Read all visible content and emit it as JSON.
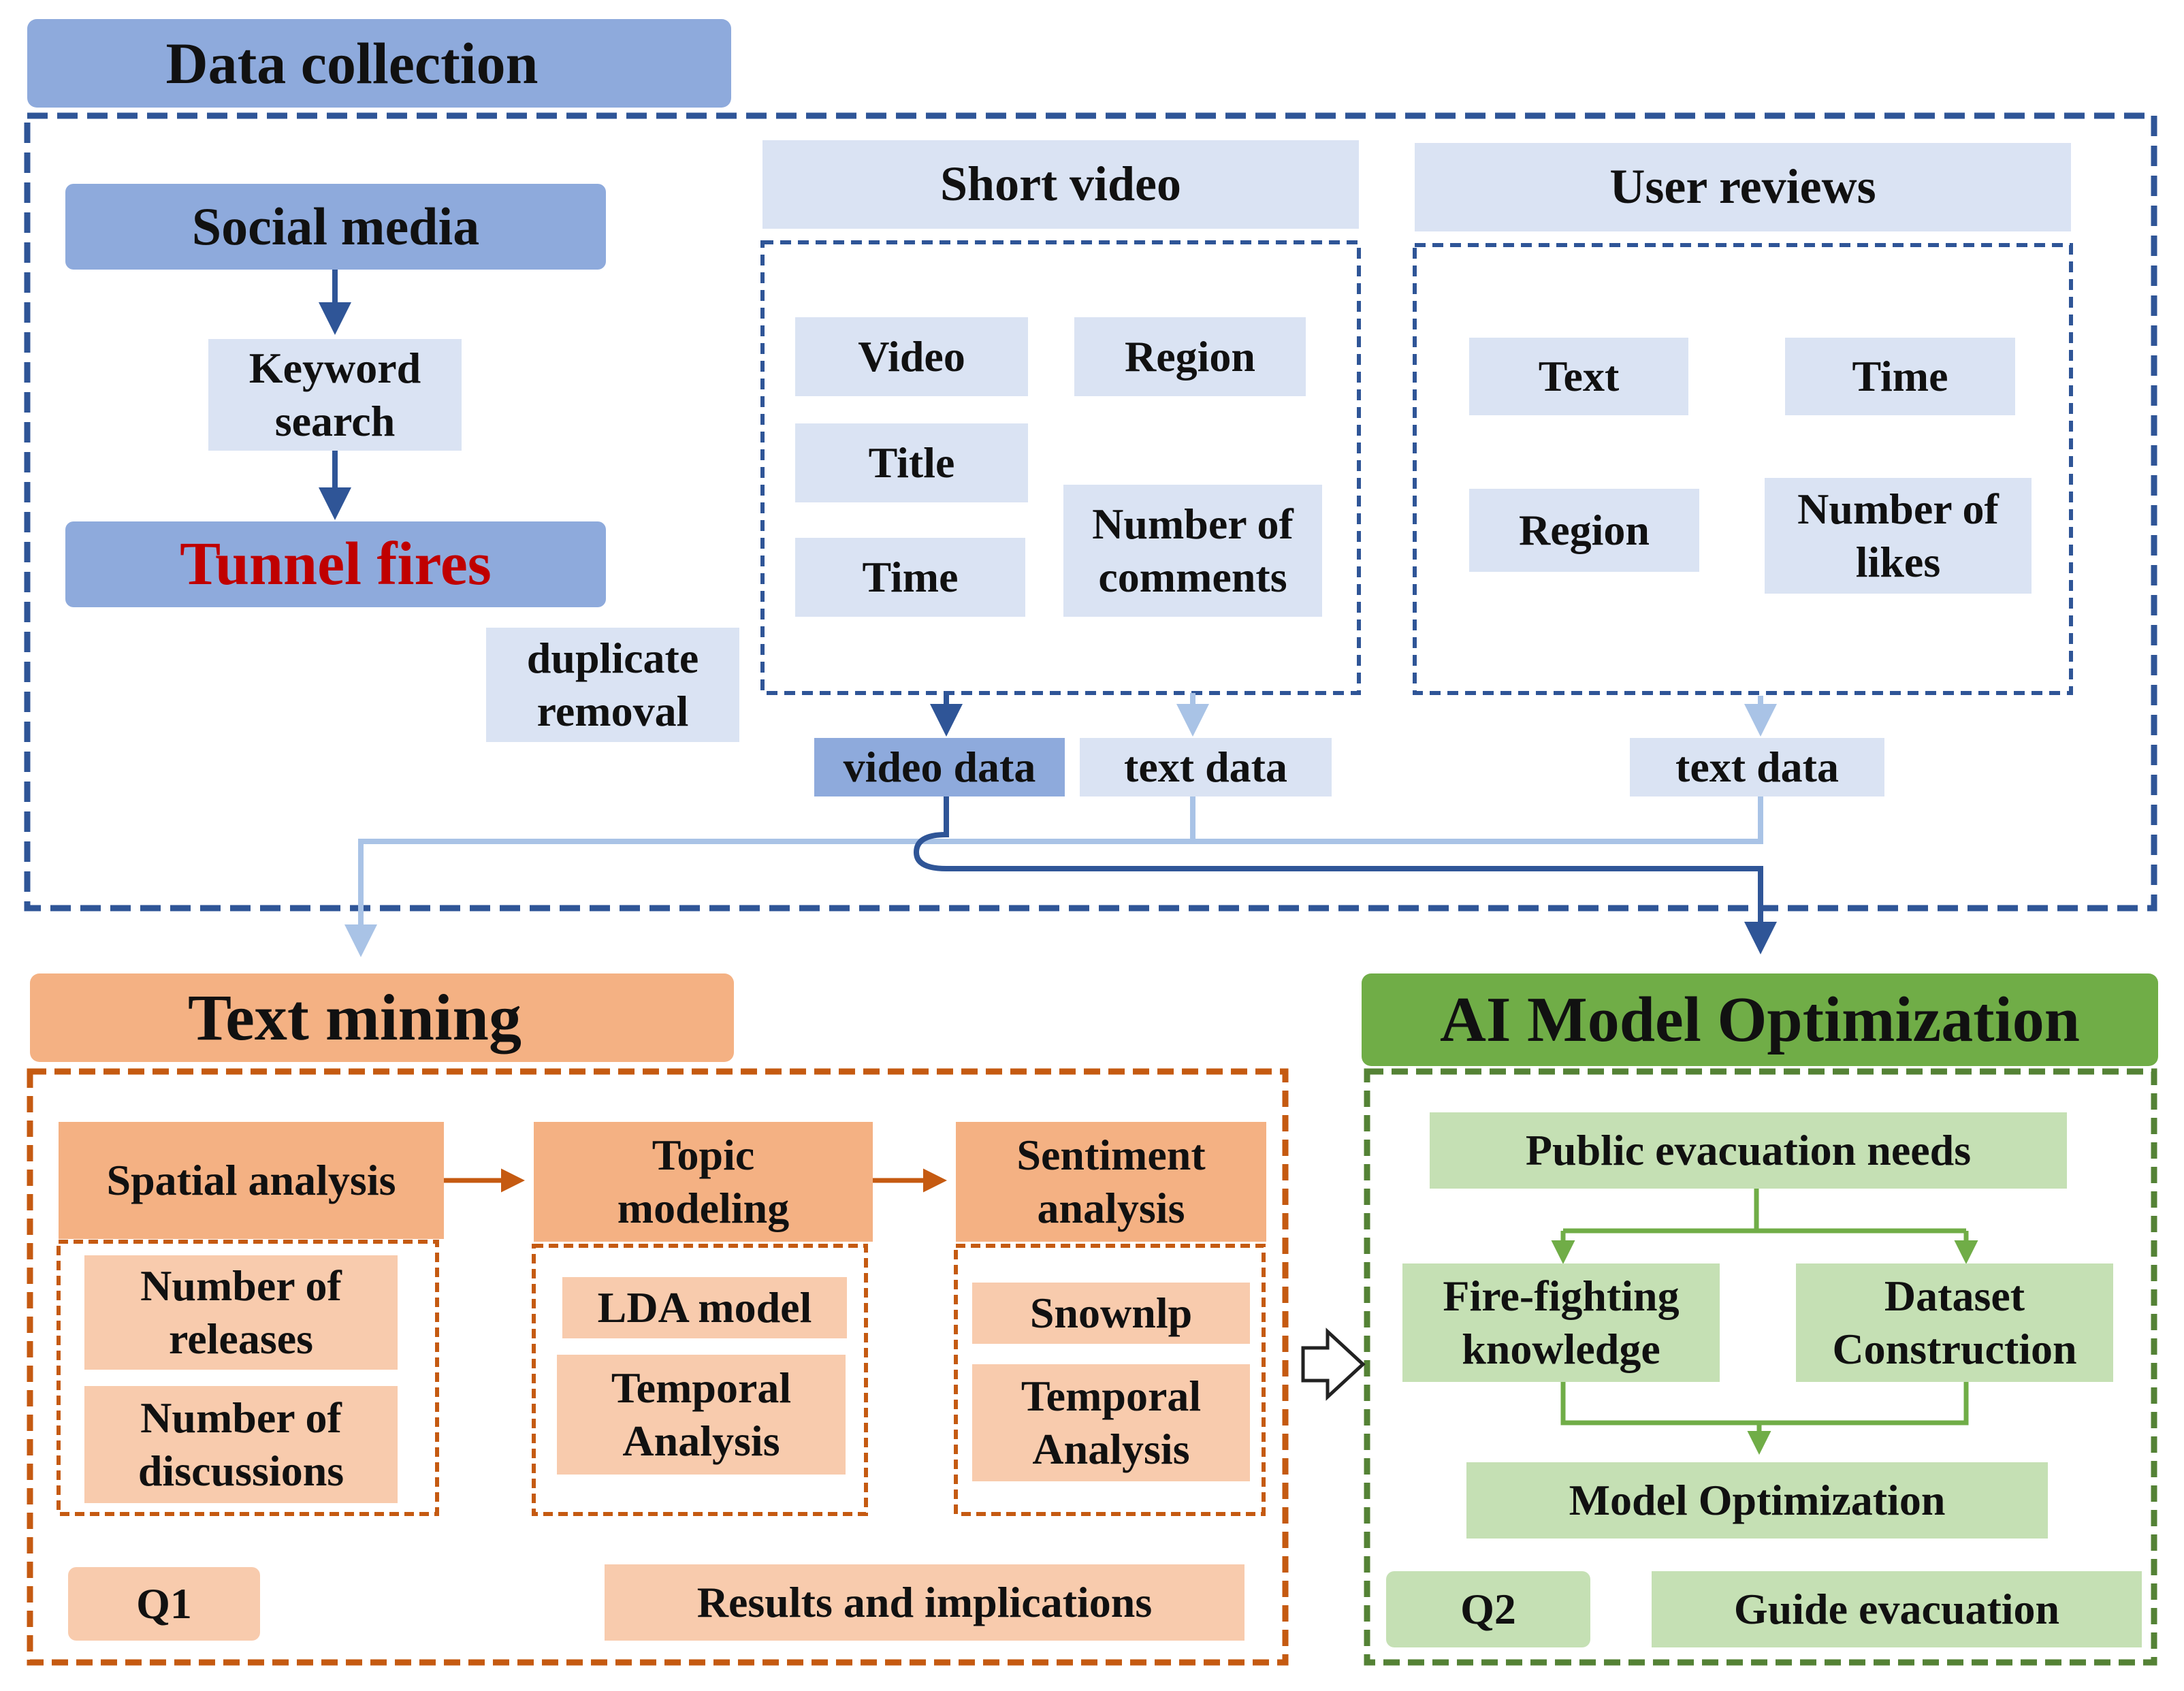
{
  "data_collection": {
    "header": "Data collection",
    "social_media": "Social media",
    "keyword_search": "Keyword\nsearch",
    "tunnel_fires": "Tunnel fires",
    "duplicate_removal": "duplicate\nremoval",
    "short_video": {
      "title": "Short video",
      "video": "Video",
      "region": "Region",
      "title_field": "Title",
      "time": "Time",
      "number_of_comments": "Number of\ncomments"
    },
    "user_reviews": {
      "title": "User reviews",
      "text": "Text",
      "time": "Time",
      "region": "Region",
      "number_of_likes": "Number of\nlikes"
    },
    "video_data": "video data",
    "text_data_video": "text data",
    "text_data_reviews": "text data"
  },
  "text_mining": {
    "header": "Text mining",
    "spatial_analysis": "Spatial analysis",
    "topic_modeling": "Topic\nmodeling",
    "sentiment_analysis": "Sentiment\nanalysis",
    "number_of_releases": "Number of\nreleases",
    "number_of_discussions": "Number of\ndiscussions",
    "lda_model": "LDA model",
    "temporal_analysis_topic": "Temporal\nAnalysis",
    "snownlp": "Snownlp",
    "temporal_analysis_sentiment": "Temporal\nAnalysis",
    "q1": "Q1",
    "results": "Results and implications"
  },
  "ai_model": {
    "header": "AI Model Optimization",
    "public_needs": "Public evacuation needs",
    "fire_fighting": "Fire-fighting\nknowledge",
    "dataset_construction": "Dataset\nConstruction",
    "model_optimization": "Model Optimization",
    "q2": "Q2",
    "guide_evacuation": "Guide evacuation"
  },
  "colors": {
    "blue_dark": "#2f5597",
    "blue_arrow": "#2f5597",
    "blue_light_line": "#a9c3e6",
    "orange_border": "#c55a11",
    "green_border": "#548235",
    "green_line": "#70ad47",
    "tunnel_fires_text": "#c00000"
  }
}
